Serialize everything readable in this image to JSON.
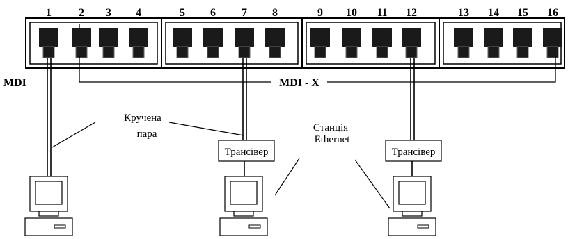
{
  "hub": {
    "ports": [
      "1",
      "2",
      "3",
      "4",
      "5",
      "6",
      "7",
      "8",
      "9",
      "10",
      "11",
      "12",
      "13",
      "14",
      "15",
      "16"
    ]
  },
  "labels": {
    "mdi": "MDI",
    "mdix": "MDI - X",
    "twisted_pair_line1": "Кручена",
    "twisted_pair_line2": "пара",
    "station_line1": "Станція",
    "station_line2": "Ethernet",
    "transceiver": "Трансівер"
  },
  "icons": [
    "rj45-port-icon",
    "computer-icon"
  ]
}
